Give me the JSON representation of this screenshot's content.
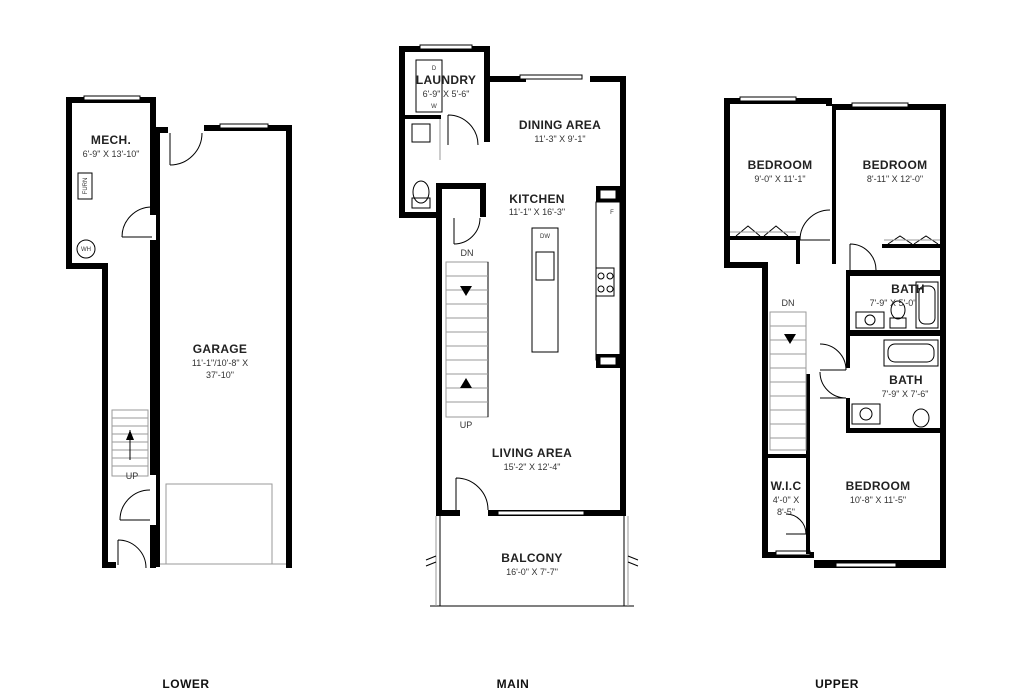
{
  "floors": {
    "lower": {
      "label": "LOWER",
      "rooms": {
        "mech": {
          "name": "MECH.",
          "dims": "6'-9\" X 13'-10\""
        },
        "garage": {
          "name": "GARAGE",
          "dims_line1": "11'-1\"/10'-8\" X",
          "dims_line2": "37'-10\""
        }
      },
      "fixtures": {
        "furnace": "FURN",
        "water_heater": "WH"
      },
      "stairs": {
        "up": "UP"
      }
    },
    "main": {
      "label": "MAIN",
      "rooms": {
        "laundry": {
          "name": "LAUNDRY",
          "dims": "6'-9\" X 5'-6\""
        },
        "dining": {
          "name": "DINING AREA",
          "dims": "11'-3\" X 9'-1\""
        },
        "kitchen": {
          "name": "KITCHEN",
          "dims": "11'-1\" X 16'-3\""
        },
        "living": {
          "name": "LIVING AREA",
          "dims": "15'-2\" X 12'-4\""
        },
        "balcony": {
          "name": "BALCONY",
          "dims": "16'-0\" X 7'-7\""
        }
      },
      "fixtures": {
        "dryer": "D",
        "washer": "W",
        "dishwasher": "DW",
        "fridge": "F"
      },
      "stairs": {
        "down": "DN",
        "up": "UP"
      }
    },
    "upper": {
      "label": "UPPER",
      "rooms": {
        "bedroom1": {
          "name": "BEDROOM",
          "dims": "9'-0\" X 11'-1\""
        },
        "bedroom2": {
          "name": "BEDROOM",
          "dims": "8'-11\" X 12'-0\""
        },
        "bath1": {
          "name": "BATH",
          "dims": "7'-9\" X 5'-0\""
        },
        "bath2": {
          "name": "BATH",
          "dims": "7'-9\" X 7'-6\""
        },
        "wic": {
          "name": "W.I.C",
          "dims_line1": "4'-0\" X",
          "dims_line2": "8'-5\""
        },
        "bedroom3": {
          "name": "BEDROOM",
          "dims": "10'-8\" X 11'-5\""
        }
      },
      "stairs": {
        "down": "DN"
      }
    }
  }
}
